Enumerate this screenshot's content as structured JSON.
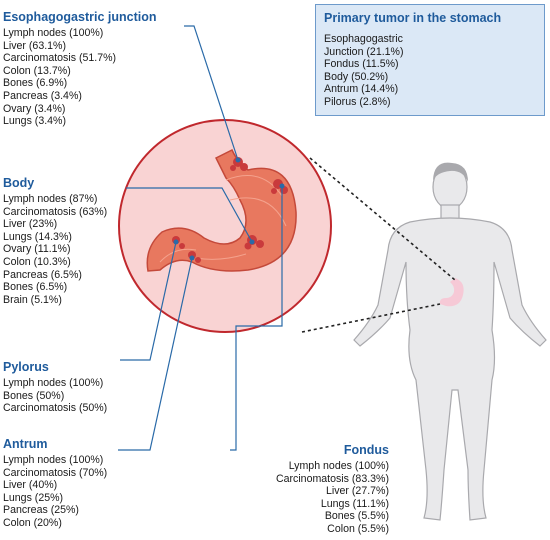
{
  "regions": {
    "ej": {
      "title": "Esophagogastric junction",
      "items": [
        "Lymph nodes (100%)",
        "Liver (63.1%)",
        "Carcinomatosis (51.7%)",
        "Colon (13.7%)",
        "Bones (6.9%)",
        "Pancreas (3.4%)",
        "Ovary (3.4%)",
        "Lungs (3.4%)"
      ]
    },
    "body": {
      "title": "Body",
      "items": [
        "Lymph nodes (87%)",
        "Carcinomatosis (63%)",
        "Liver (23%)",
        "Lungs (14.3%)",
        "Ovary (11.1%)",
        "Colon (10.3%)",
        "Pancreas (6.5%)",
        "Bones (6.5%)",
        "Brain (5.1%)"
      ]
    },
    "pylorus": {
      "title": "Pylorus",
      "items": [
        "Lymph nodes (100%)",
        "Bones (50%)",
        "Carcinomatosis (50%)"
      ]
    },
    "antrum": {
      "title": "Antrum",
      "items": [
        "Lymph nodes (100%)",
        "Carcinomatosis (70%)",
        "Liver (40%)",
        "Lungs (25%)",
        "Pancreas (25%)",
        "Colon (20%)"
      ]
    },
    "fondus": {
      "title": "Fondus",
      "items": [
        "Lymph nodes (100%)",
        "Carcinomatosis (83.3%)",
        "Liver (27.7%)",
        "Lungs (11.1%)",
        "Bones (5.5%)",
        "Colon (5.5%)"
      ]
    }
  },
  "primary": {
    "title": "Primary tumor in the stomach",
    "items": [
      "Esophagogastric",
      "Junction (21.1%)",
      "Fondus (11.5%)",
      "Body (50.2%)",
      "Antrum (14.4%)",
      "Pilorus (2.8%)"
    ]
  },
  "colors": {
    "title_blue": "#1f5b9c",
    "leader_line": "#2a6aa8",
    "magnifier_fill": "#f9d3d3",
    "magnifier_border": "#c0282d",
    "stomach": "#e8785f",
    "tumor": "#c93a3c",
    "body_silhouette": "#e9e9eb",
    "box_fill": "#dbe8f6"
  }
}
